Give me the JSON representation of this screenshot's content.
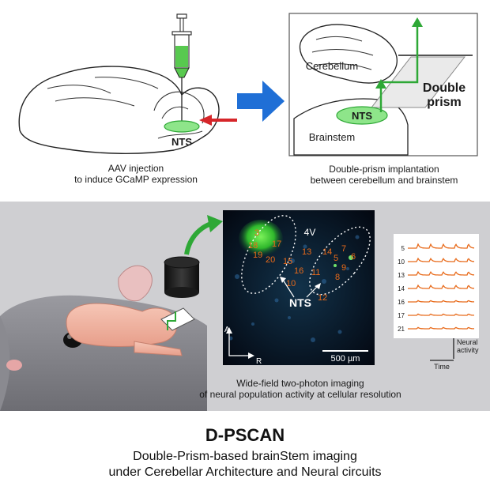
{
  "panels": {
    "injection": {
      "nts_label": "NTS",
      "caption_line1": "AAV injection",
      "caption_line2": "to induce GCaMP expression"
    },
    "implant": {
      "cerebellum": "Cerebellum",
      "brainstem": "Brainstem",
      "nts_label": "NTS",
      "prism_line1": "Double",
      "prism_line2": "prism",
      "caption_line1": "Double-prism implantation",
      "caption_line2": "between cerebellum and brainstem"
    },
    "imaging": {
      "ventricle_label": "4V",
      "nts_label": "NTS",
      "axis_a": "A",
      "axis_r": "R",
      "scale_bar": "500 µm",
      "roi_labels": [
        "3",
        "18",
        "19",
        "20",
        "17",
        "13",
        "15",
        "16",
        "11",
        "10",
        "14",
        "5",
        "7",
        "6",
        "9",
        "8",
        "12"
      ],
      "caption_line1": "Wide-field two-photon imaging",
      "caption_line2": "of neural population activity at cellular resolution"
    },
    "traces": {
      "rows": [
        "5",
        "10",
        "13",
        "14",
        "16",
        "17",
        "21"
      ],
      "activity_label_1": "Neural",
      "activity_label_2": "activity",
      "time_label": "Time"
    }
  },
  "footer": {
    "title": "D-PSCAN",
    "subtitle_line1": "Double-Prism-based brainStem imaging",
    "subtitle_line2": "under Cerebellar Architecture and Neural circuits"
  },
  "colors": {
    "green": "#2ea836",
    "nts_fill": "#8ee58a",
    "arrow_blue": "#1f6fd6",
    "red_arrow": "#d6262a",
    "trace_orange": "#e86a1a",
    "lower_band": "#cfcfd2"
  }
}
